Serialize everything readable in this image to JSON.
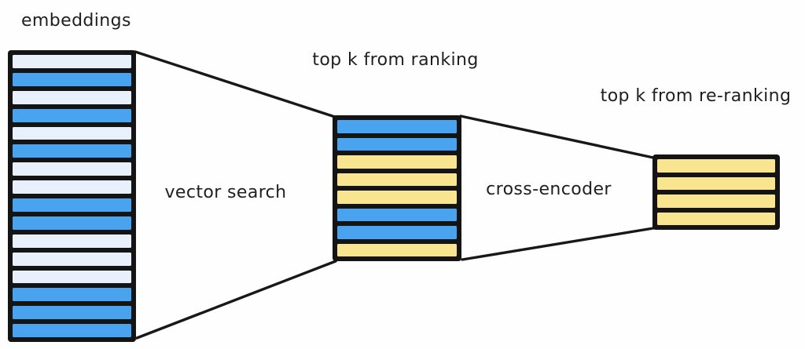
{
  "diagram": {
    "background_color": "#fefefe",
    "stroke_color": "#181818",
    "colors": {
      "blue": "#4AA3EE",
      "light": "#E8F1FB",
      "yellow": "#F9E490"
    },
    "stages": [
      {
        "id": "embeddings",
        "label": "embeddings",
        "bar_count": 16,
        "bars": [
          "light",
          "blue",
          "light",
          "blue",
          "light",
          "blue",
          "light",
          "light",
          "blue",
          "blue",
          "light",
          "light",
          "light",
          "blue",
          "blue",
          "blue"
        ]
      },
      {
        "id": "top-k-ranking",
        "label": "top k from ranking",
        "bar_count": 8,
        "bars": [
          "blue",
          "blue",
          "yellow",
          "yellow",
          "yellow",
          "blue",
          "blue",
          "yellow"
        ]
      },
      {
        "id": "top-k-re-ranking",
        "label": "top k from re-ranking",
        "bar_count": 4,
        "bars": [
          "yellow",
          "yellow",
          "yellow",
          "yellow"
        ]
      }
    ],
    "edges": [
      {
        "id": "vector-search",
        "label": "vector search"
      },
      {
        "id": "cross-encoder",
        "label": "cross-encoder"
      }
    ]
  }
}
